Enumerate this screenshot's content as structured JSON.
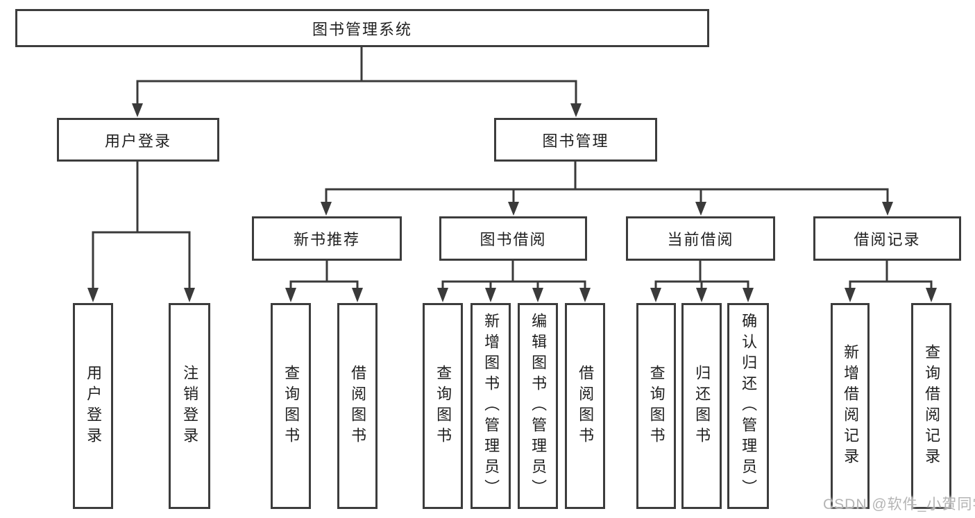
{
  "diagram": {
    "root": "图书管理系统",
    "level2": [
      {
        "id": "user-login",
        "label": "用户登录"
      },
      {
        "id": "book-management",
        "label": "图书管理"
      }
    ],
    "level3": [
      {
        "id": "new-book-recommend",
        "label": "新书推荐",
        "parent": "图书管理"
      },
      {
        "id": "book-borrowing",
        "label": "图书借阅",
        "parent": "图书管理"
      },
      {
        "id": "current-borrowing",
        "label": "当前借阅",
        "parent": "图书管理"
      },
      {
        "id": "borrowing-records",
        "label": "借阅记录",
        "parent": "图书管理"
      }
    ],
    "leaves": [
      {
        "label": "用户登录",
        "parent": "用户登录"
      },
      {
        "label": "注销登录",
        "parent": "用户登录"
      },
      {
        "label": "查询图书",
        "parent": "新书推荐"
      },
      {
        "label": "借阅图书",
        "parent": "新书推荐"
      },
      {
        "label": "查询图书",
        "parent": "图书借阅"
      },
      {
        "label": "新增图书（管理员）",
        "parent": "图书借阅"
      },
      {
        "label": "编辑图书（管理员）",
        "parent": "图书借阅"
      },
      {
        "label": "借阅图书",
        "parent": "图书借阅"
      },
      {
        "label": "查询图书",
        "parent": "当前借阅"
      },
      {
        "label": "归还图书",
        "parent": "当前借阅"
      },
      {
        "label": "确认归还（管理员）",
        "parent": "当前借阅"
      },
      {
        "label": "新增借阅记录",
        "parent": "借阅记录"
      },
      {
        "label": "查询借阅记录",
        "parent": "借阅记录"
      }
    ],
    "watermark": "CSDN @软件_小贺同学",
    "colors": {
      "line": "#3a3a3a",
      "border": "#3c3c3c",
      "text": "#1f1f1f",
      "watermark": "#b4b4b4",
      "background": "#ffffff"
    }
  }
}
